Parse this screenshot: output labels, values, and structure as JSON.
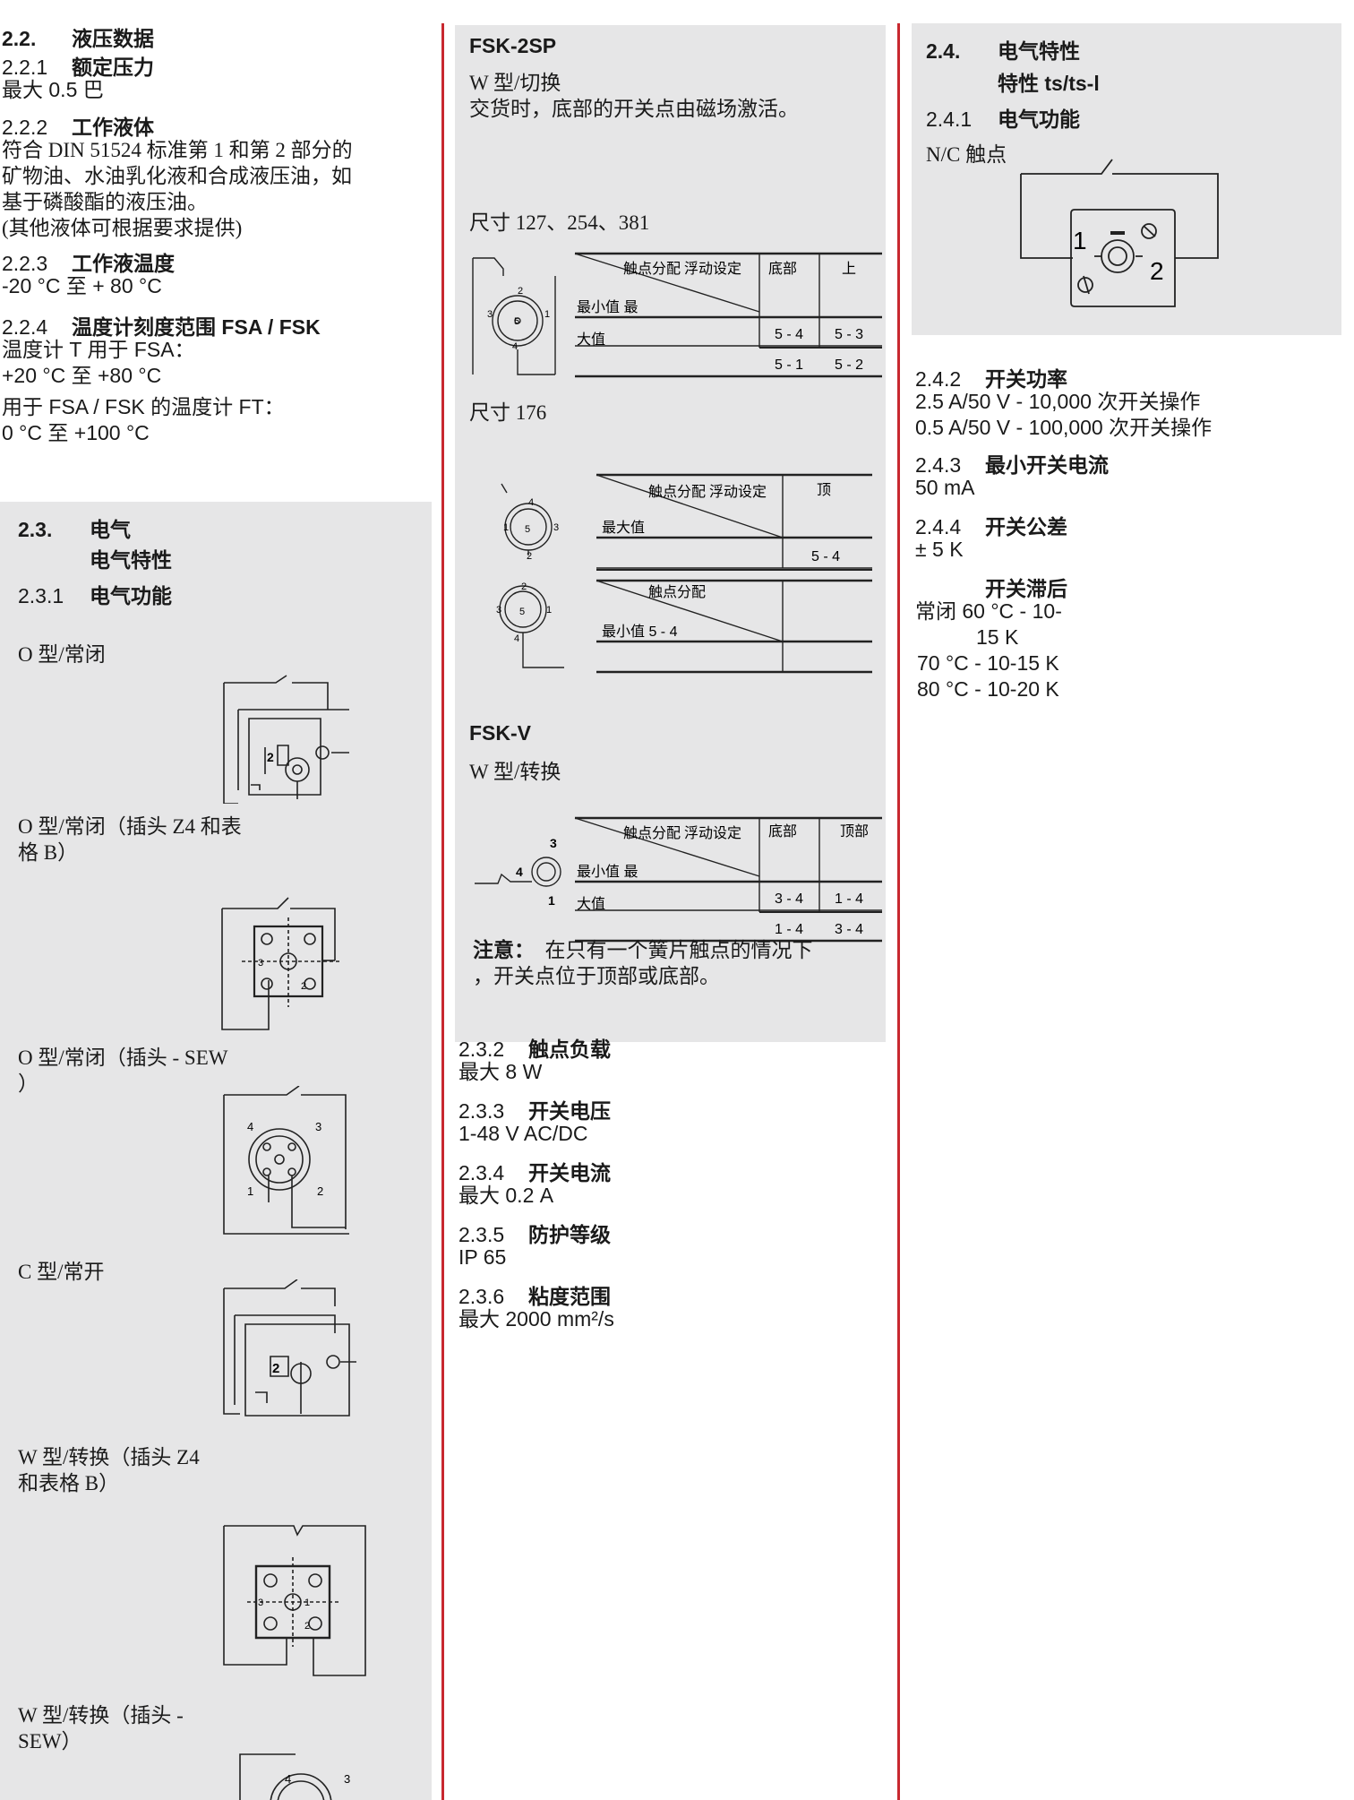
{
  "col1": {
    "s22": {
      "num": "2.2.",
      "title": "液压数据"
    },
    "s221": {
      "num": "2.2.1",
      "title": "额定压力",
      "text": "最大 0.5 巴"
    },
    "s222": {
      "num": "2.2.2",
      "title": "工作液体",
      "lines": [
        "符合 DIN 51524 标准第 1 和第 2 部分的",
        "矿物油、水油乳化液和合成液压油，如",
        "基于磷酸酯的液压油。",
        "(其他液体可根据要求提供)"
      ]
    },
    "s223": {
      "num": "2.2.3",
      "title": "工作液温度",
      "text": "-20 °C 至 + 80 °C"
    },
    "s224": {
      "num": "2.2.4",
      "title": "温度计刻度范围 FSA / FSK",
      "lines": [
        "温度计 T 用于 FSA：",
        "+20 °C 至 +80 °C",
        "用于 FSA / FSK 的温度计 FT：",
        "0 °C 至 +100 °C"
      ]
    },
    "s23": {
      "num": "2.3.",
      "title1": "电气",
      "title2": "电气特性"
    },
    "s231": {
      "num": "2.3.1",
      "title": "电气功能"
    },
    "types": {
      "o_nc": "O 型/常闭",
      "o_nc_z4_1": "O 型/常闭（插头 Z4 和表",
      "o_nc_z4_2": "格 B）",
      "o_nc_sew_1": "O 型/常闭（插头 - SEW",
      "o_nc_sew_2": "）",
      "c_no": "C 型/常开",
      "w_z4_1": "W 型/转换（插头 Z4",
      "w_z4_2": "和表格 B）",
      "w_sew_1": "W 型/转换（插头 -",
      "w_sew_2": "SEW）"
    },
    "pin_labels": {
      "p1": "1",
      "p2": "2",
      "p3": "3",
      "p4": "4"
    }
  },
  "col2": {
    "fsk2sp": {
      "title": "FSK-2SP",
      "type": "W 型/切换",
      "desc": "交货时，底部的开关点由磁场激活。"
    },
    "size1": "尺寸 127、254、381",
    "table1": {
      "header": "触点分配 浮动设定",
      "col_bottom": "底部",
      "col_top": "上",
      "row_label1": "最小值 最",
      "row_label2": "大值",
      "r1": [
        "5 - 4",
        "5 - 3"
      ],
      "r2": [
        "5 - 1",
        "5 - 2"
      ]
    },
    "size2": "尺寸 176",
    "table2": {
      "header": "触点分配 浮动设定",
      "col_top": "顶",
      "row_label": "最大值",
      "r1": "5 - 4"
    },
    "table3": {
      "header": "触点分配",
      "row_label": "最小值 5 - 4"
    },
    "fskv": {
      "title": "FSK-V",
      "type": "W 型/转换"
    },
    "table4": {
      "header": "触点分配 浮动设定",
      "col_bottom": "底部",
      "col_top": "顶部",
      "row_label1": "最小值 最",
      "row_label2": "大值",
      "r1": [
        "3 - 4",
        "1 - 4"
      ],
      "r2": [
        "1 - 4",
        "3 - 4"
      ]
    },
    "note": {
      "label": "注意：",
      "text1": "在只有一个簧片触点的情况下",
      "text2": "，开关点位于顶部或底部。"
    },
    "s232": {
      "num": "2.3.2",
      "title": "触点负载",
      "text": "最大 8 W"
    },
    "s233": {
      "num": "2.3.3",
      "title": "开关电压",
      "text": "1-48 V AC/DC"
    },
    "s234": {
      "num": "2.3.4",
      "title": "开关电流",
      "text": "最大 0.2 A"
    },
    "s235": {
      "num": "2.3.5",
      "title": "防护等级",
      "text": "IP 65"
    },
    "s236": {
      "num": "2.3.6",
      "title": "粘度范围",
      "text": "最大 2000 mm²/s"
    },
    "pins": {
      "p1": "1",
      "p2": "2",
      "p3": "3",
      "p4": "4",
      "p5": "5"
    }
  },
  "col3": {
    "s24": {
      "num": "2.4.",
      "title1": "电气特性",
      "title2": "特性 ts/ts-l"
    },
    "s241": {
      "num": "2.4.1",
      "title": "电气功能",
      "nc": "N/C 触点"
    },
    "s242": {
      "num": "2.4.2",
      "title": "开关功率",
      "lines": [
        "2.5 A/50 V - 10,000 次开关操作",
        "0.5 A/50 V - 100,000 次开关操作"
      ]
    },
    "s243": {
      "num": "2.4.3",
      "title": "最小开关电流",
      "text": "50 mA"
    },
    "s244": {
      "num": "2.4.4",
      "title": "开关公差",
      "text": "± 5 K"
    },
    "hyst": {
      "title": "开关滞后",
      "l1": "常闭 60 °C - 10-",
      "l2": "15 K",
      "l3": "70 °C - 10-15 K",
      "l4": "80 °C - 10-20 K"
    },
    "pins": {
      "p1": "1",
      "p2": "2"
    }
  },
  "colors": {
    "panel": "#e6e6e7",
    "rule": "#c8282f",
    "text": "#1a1a1a"
  }
}
